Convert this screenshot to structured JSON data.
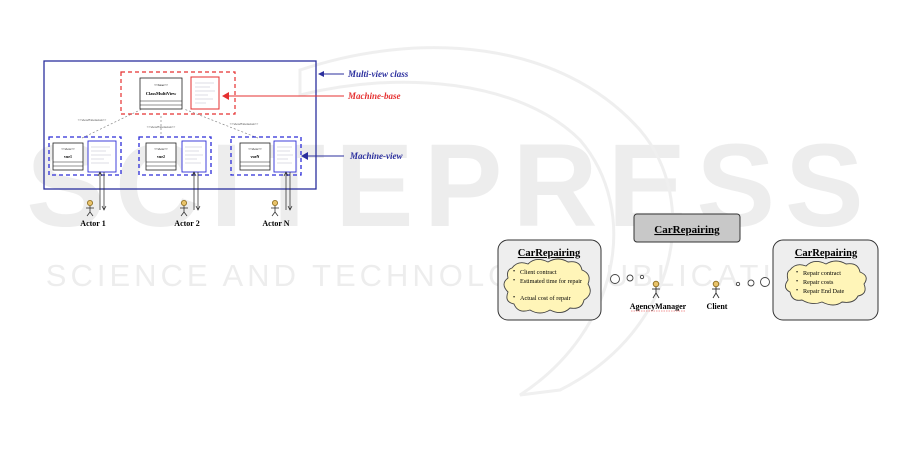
{
  "left_diagram": {
    "label_multiview_class": "Multi-view class",
    "label_machine_base": "Machine-base",
    "label_machine_view": "Machine-view",
    "base": {
      "stereotype": "<<base>>",
      "name": "ClassMultiView"
    },
    "views": [
      {
        "stereotype": "<<view>>",
        "name": "vue1",
        "extension": "<<viewExtension>>",
        "actor": "Actor 1"
      },
      {
        "stereotype": "<<view>>",
        "name": "vue2",
        "extension": "<<viewExtension>>",
        "actor": "Actor 2"
      },
      {
        "stereotype": "<<view>>",
        "name": "vueN",
        "extension": "<<viewExtension>>",
        "actor": "Actor N"
      }
    ]
  },
  "watermark": {
    "line1": "SCITEPRESS",
    "line2": "SCIENCE AND TECHNOLOGY PUBLICATIONS"
  },
  "right_diagram": {
    "top_title": "CarRepairing",
    "left_panel": {
      "title": "CarRepairing",
      "items": [
        "Client contract",
        "Estimated time for repair",
        "Actual cost of repair"
      ]
    },
    "right_panel": {
      "title": "CarRepairing",
      "items": [
        "Repair contract",
        "Repair costs",
        "Repair End Date"
      ]
    },
    "actor_left": "AgencyManager",
    "actor_right": "Client"
  },
  "colors": {
    "blue_border": "#2b2f9e",
    "red_dashed": "#e53030",
    "blue_dashed": "#2c2cd8",
    "grey_box": "#c8c8c8",
    "panel_bg": "#eeeeee"
  }
}
